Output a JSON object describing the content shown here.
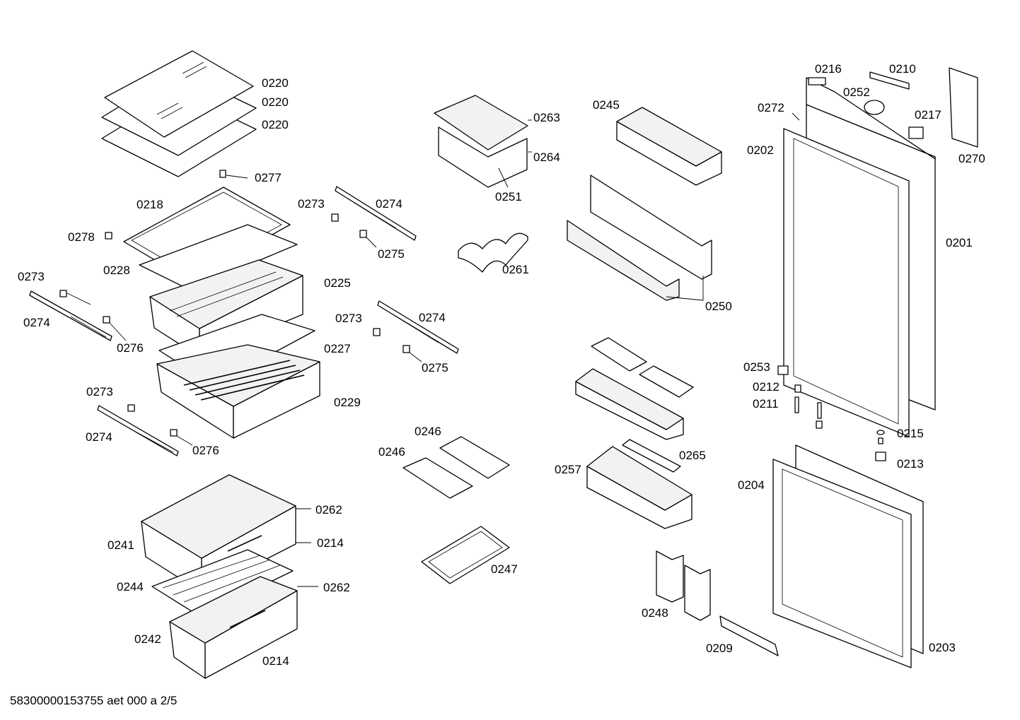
{
  "footer": "58300000153755 aet 000 a 2/5",
  "labels": {
    "l0220a": "0220",
    "l0220b": "0220",
    "l0220c": "0220",
    "l0277": "0277",
    "l0218": "0218",
    "l0278": "0278",
    "l0228": "0228",
    "l0225": "0225",
    "l0227": "0227",
    "l0229": "0229",
    "l0273a": "0273",
    "l0274a": "0274",
    "l0276a": "0276",
    "l0273b": "0273",
    "l0274b": "0274",
    "l0276b": "0276",
    "l0273c": "0273",
    "l0274c": "0274",
    "l0275c": "0275",
    "l0273d": "0273",
    "l0274d": "0274",
    "l0275d": "0275",
    "l0263": "0263",
    "l0264": "0264",
    "l0251": "0251",
    "l0261": "0261",
    "l0246a": "0246",
    "l0246b": "0246",
    "l0247": "0247",
    "l0262a": "0262",
    "l0214a": "0214",
    "l0241": "0241",
    "l0244": "0244",
    "l0262b": "0262",
    "l0242": "0242",
    "l0214b": "0214",
    "l0245": "0245",
    "l0250": "0250",
    "l0265": "0265",
    "l0257": "0257",
    "l0248": "0248",
    "l0209": "0209",
    "l0216": "0216",
    "l0210": "0210",
    "l0252": "0252",
    "l0272": "0272",
    "l0217": "0217",
    "l0270": "0270",
    "l0202": "0202",
    "l0201": "0201",
    "l0253": "0253",
    "l0212": "0212",
    "l0211": "0211",
    "l0215": "0215",
    "l0213": "0213",
    "l0204": "0204",
    "l0203": "0203"
  }
}
